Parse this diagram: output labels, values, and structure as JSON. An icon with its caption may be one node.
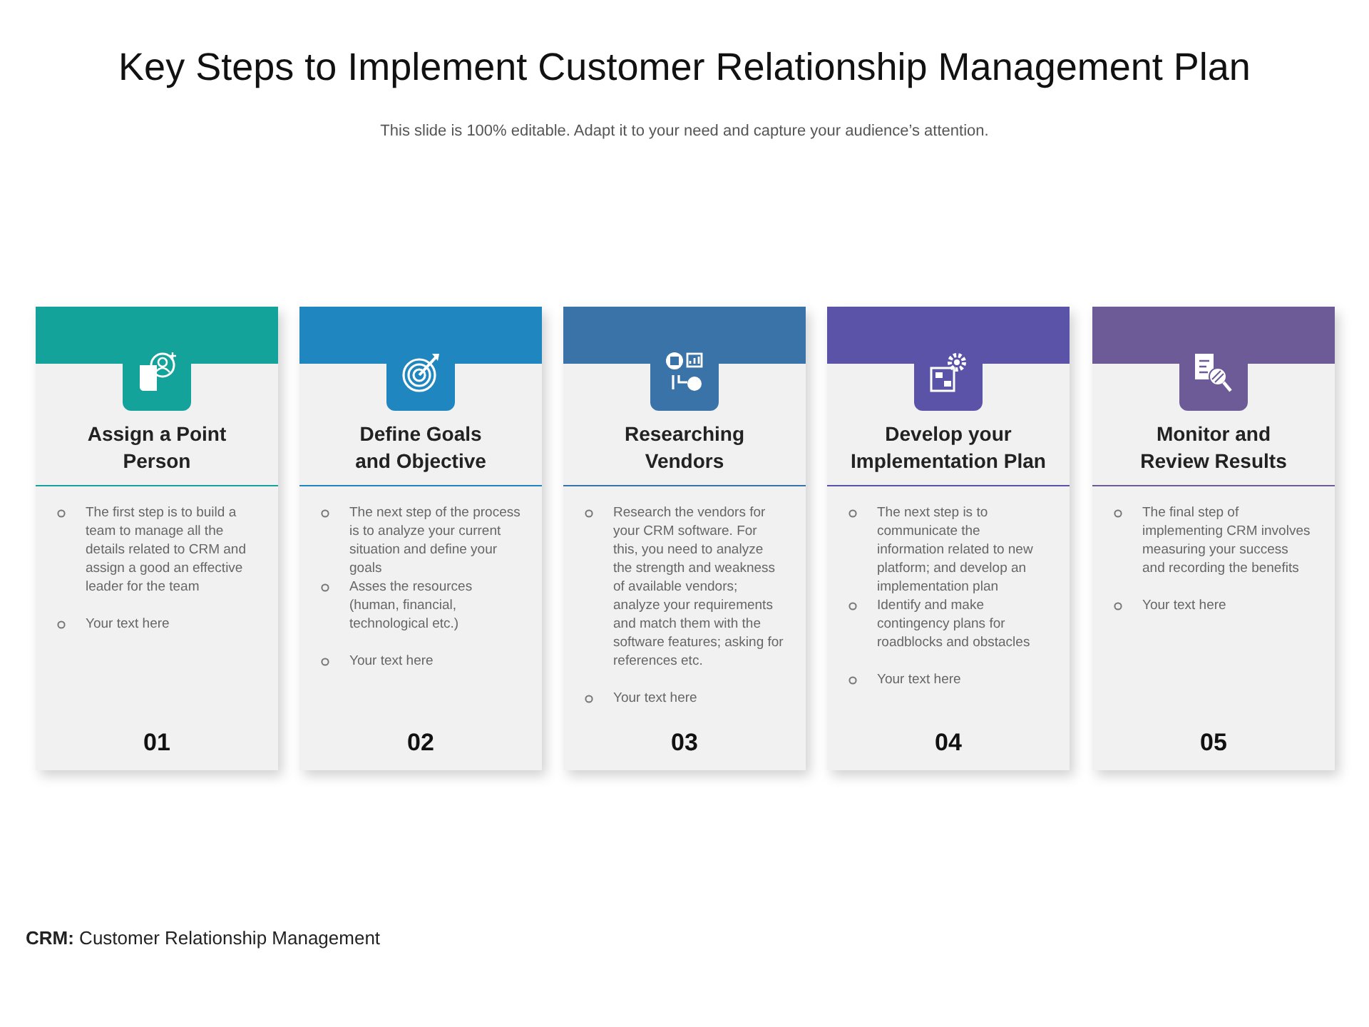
{
  "diagram": {
    "title": "Key Steps to Implement Customer Relationship Management Plan",
    "caption": "This slide is 100% editable. Adapt it to your need and capture your audience’s attention.",
    "nodes": [
      {
        "text": [
          "Assign a Point Person",
          "The first step is to build a team to manage all the details related to CRM and assign a good an effective leader for the team",
          "Your text here",
          "01"
        ]
      },
      {
        "text": [
          "Define Goals and Objective",
          "The next step of the process is to analyze your current situation and define your goals",
          "Asses the resources (human, financial, technological etc.)",
          "Your text here",
          "02"
        ]
      },
      {
        "text": [
          "Researching Vendors",
          "Research the vendors for your CRM software. For this, you need to analyze the strength and weakness of available vendors; analyze your requirements and match them with the software features; asking for references etc.",
          "Your text here",
          "03"
        ]
      },
      {
        "text": [
          "Develop your Implementation Plan",
          "The next step is to communicate the information related to new platform; and develop an implementation plan",
          "Identify and make contingency plans for roadblocks and obstacles",
          "Your text here",
          "04"
        ]
      },
      {
        "text": [
          "Monitor and Review Results",
          "The final step of implementing CRM involves measuring your success and recording the benefits",
          "Your text here",
          "05"
        ]
      }
    ],
    "labels": [
      "**CRM:** Customer Relationship Management"
    ]
  }
}
